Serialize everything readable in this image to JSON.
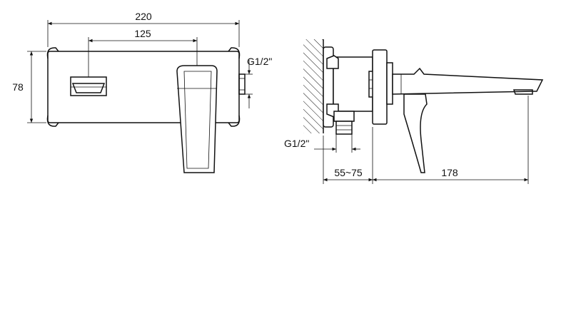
{
  "front_view": {
    "width_label": "220",
    "spout_offset_label": "125",
    "height_label": "78",
    "thread_label": "G1/2\""
  },
  "side_view": {
    "thread_label": "G1/2\"",
    "depth_range_label": "55~75",
    "projection_label": "178"
  }
}
